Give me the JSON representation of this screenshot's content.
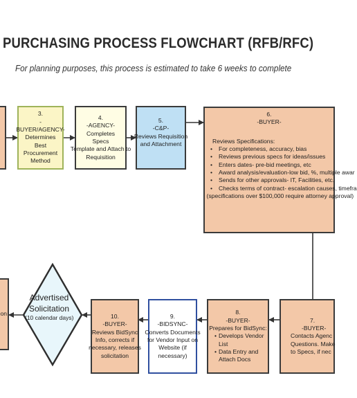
{
  "header": {
    "title": "PURCHASING PROCESS FLOWCHART (RFB/RFC)",
    "subtitle": "For planning purposes, this process is estimated to take 6 weeks to complete"
  },
  "steps": {
    "step3": {
      "number": "3.",
      "role": "-BUYER/AGENCY-",
      "lines": [
        "Determines Best",
        "Procurement",
        "Method"
      ]
    },
    "step4": {
      "number": "4.",
      "role": "-AGENCY-",
      "lines": [
        "Completes Specs",
        "Template and Attach to",
        "Requisition"
      ]
    },
    "step5": {
      "number": "5.",
      "role": "-C&P-",
      "lines": [
        "Reviews Requisition",
        "and Attachment"
      ]
    },
    "step6": {
      "number": "6.",
      "role": "-BUYER-",
      "heading": "Reviews Specifications:",
      "items": [
        "For completeness, accuracy, bias",
        "Reviews previous specs for ideas/issues",
        "Enters dates- pre-bid meetings, etc",
        "Award analysis/evaluation-low bid, %, multiple awar",
        "Sends for other approvals- IT, Facilities, etc.",
        "Checks terms of contract- escalation causes, timefra"
      ],
      "note": "(specifications over $100,000 require attorney approval)"
    },
    "step7": {
      "number": "7.",
      "role": "-BUYER-",
      "lines": [
        "Contacts Agenc",
        "Questions. Make",
        "to Specs, if nec"
      ]
    },
    "step8": {
      "number": "8.",
      "role": "-BUYER-",
      "intro": "Prepares for BidSync:",
      "items": [
        "Develops Vendor List",
        "Data Entry and Attach Docs"
      ]
    },
    "step9": {
      "number": "9.",
      "role": "-BIDSYNC-",
      "lines": [
        "Converts Documents",
        "for Vendor Input on",
        "Website (if",
        "necessary)"
      ]
    },
    "step10": {
      "number": "10.",
      "role": "-BUYER-",
      "lines": [
        "Reviews BidSync",
        "Info, corrects if",
        "necessary, releases",
        "solicitation"
      ]
    }
  },
  "decision": {
    "line1": "Advertised",
    "line2": "Solicitation",
    "line3": "(10 calendar days)"
  },
  "edge_fragments": {
    "bottom_left": "ion"
  },
  "colors": {
    "orange": "#f3c8a8",
    "yellow": "#fbf5c6",
    "blue": "#bfe0f4",
    "diamond_fill": "#e8f6fb",
    "arrow": "#333333"
  }
}
